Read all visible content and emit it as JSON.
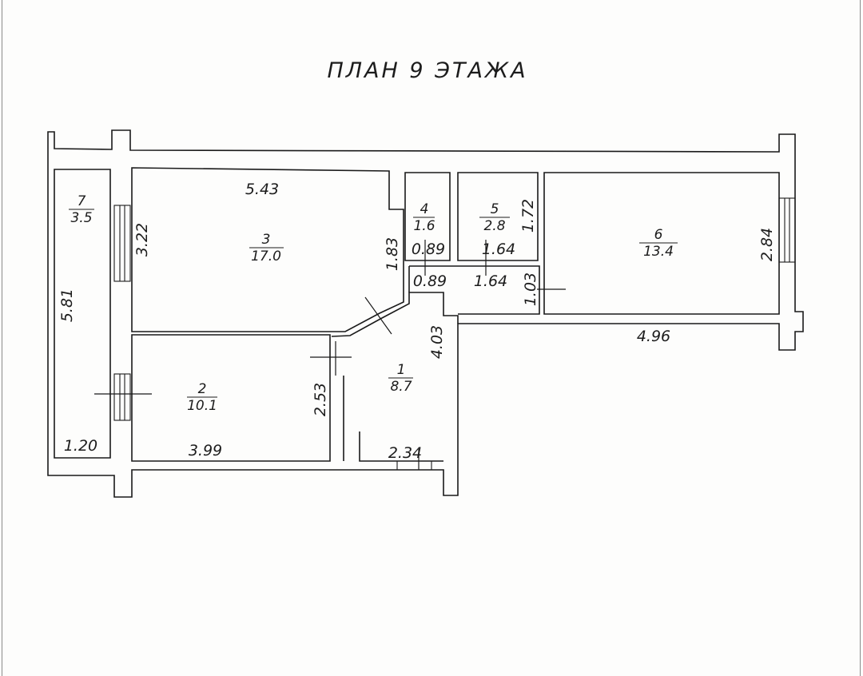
{
  "title": "ПЛАН 9  ЭТАЖА",
  "rooms": [
    {
      "number": "1",
      "area": "8.7"
    },
    {
      "number": "2",
      "area": "10.1"
    },
    {
      "number": "3",
      "area": "17.0"
    },
    {
      "number": "4",
      "area": "1.6"
    },
    {
      "number": "5",
      "area": "2.8"
    },
    {
      "number": "6",
      "area": "13.4"
    },
    {
      "number": "7",
      "area": "3.5"
    }
  ],
  "dimensions": {
    "room3_width": "5.43",
    "room3_depth": "3.22",
    "room3_notch": "1.83",
    "room7_length": "5.81",
    "room7_width": "1.20",
    "room2_width": "3.99",
    "room2_depth": "2.53",
    "room1_depth": "4.03",
    "room1_width": "2.34",
    "room4_width_top": "0.89",
    "room4_width_bottom": "0.89",
    "room5_width_top": "1.64",
    "room5_width_bottom": "1.64",
    "room5_depth": "1.72",
    "corridor_depth": "1.03",
    "room6_width": "4.96",
    "room6_depth": "2.84"
  },
  "colors": {
    "ink": "#1a1a1a",
    "paper": "#fdfdfc"
  }
}
